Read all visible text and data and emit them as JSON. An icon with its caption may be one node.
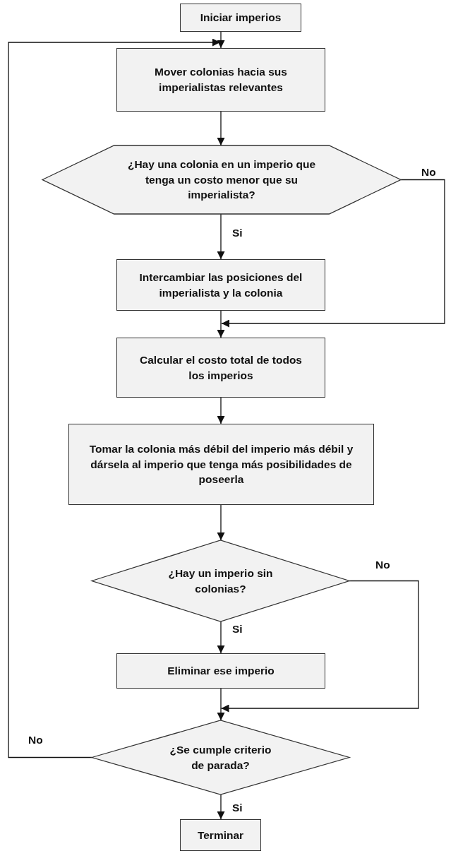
{
  "diagram": {
    "nodes": [
      {
        "text": [
          "Iniciar imperios"
        ]
      },
      {
        "text": [
          "Mover colonias hacia sus imperialistas relevantes"
        ]
      },
      {
        "text": [
          "¿Hay una colonia en un imperio que tenga un costo menor que su imperialista?"
        ]
      },
      {
        "text": [
          "Intercambiar las posiciones del imperialista y la colonia"
        ]
      },
      {
        "text": [
          "Calcular el costo total de todos los imperios"
        ]
      },
      {
        "text": [
          "Tomar la colonia más débil del imperio más débil y dársela al imperio que tenga más posibilidades de poseerla"
        ]
      },
      {
        "text": [
          "¿Hay un imperio sin colonias?"
        ]
      },
      {
        "text": [
          "Eliminar ese imperio"
        ]
      },
      {
        "text": [
          "¿Se cumple criterio de parada?"
        ]
      },
      {
        "text": [
          "Terminar"
        ]
      }
    ],
    "edges": [
      {
        "from": 0,
        "to": 1,
        "arrow": "to"
      },
      {
        "from": 1,
        "to": 2,
        "arrow": "to"
      },
      {
        "from": 2,
        "to": 3,
        "arrow": "to",
        "label": "Si"
      },
      {
        "from": 2,
        "to": 4,
        "arrow": "to",
        "label": "No"
      },
      {
        "from": 3,
        "to": 4,
        "arrow": "to"
      },
      {
        "from": 4,
        "to": 5,
        "arrow": "to"
      },
      {
        "from": 5,
        "to": 6,
        "arrow": "to"
      },
      {
        "from": 6,
        "to": 7,
        "arrow": "to",
        "label": "Si"
      },
      {
        "from": 6,
        "to": 8,
        "arrow": "to",
        "label": "No"
      },
      {
        "from": 7,
        "to": 8,
        "arrow": "to"
      },
      {
        "from": 8,
        "to": 1,
        "arrow": "to",
        "label": "No"
      },
      {
        "from": 8,
        "to": 9,
        "arrow": "to",
        "label": "Si"
      }
    ]
  }
}
